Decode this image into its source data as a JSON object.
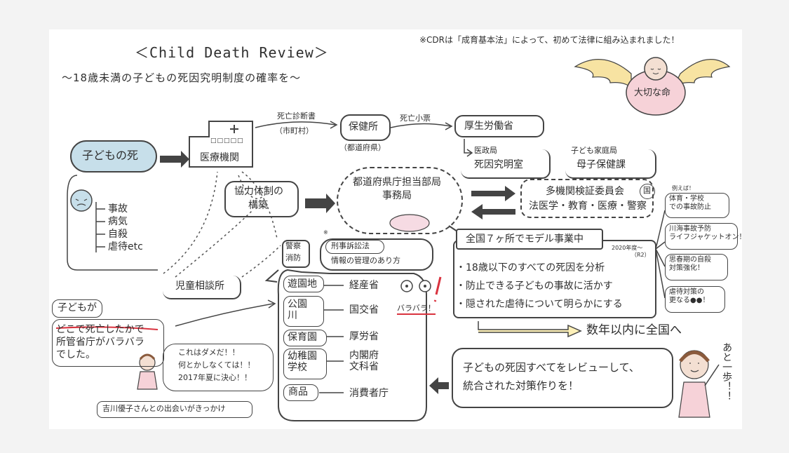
{
  "header": {
    "title": "＜Child Death Review＞",
    "subtitle": "〜18歳未満の子どもの死因究明制度の確率を〜",
    "note": "※CDRは「成育基本法」によって、初めて法律に組み込まれました！",
    "angel_label": "大切な命"
  },
  "flow": {
    "child_death": "子どもの死",
    "hospital": "医療機関",
    "hospital_dots": "□□□□□",
    "death_cert_line1": "死亡診断書",
    "death_cert_line2": "（市町村）",
    "health_center": "保健所",
    "health_center_sub": "（都道府県）",
    "death_ticket": "死亡小票",
    "mhlw": "厚生労働省",
    "medical_bureau": "医政局",
    "death_cause_office": "死因究明室",
    "child_family_bureau": "子ども家庭局",
    "maternal_health": "母子保健課",
    "cooperation_line1": "協力体制の",
    "cooperation_line2": "構築",
    "pref_office_line1": "都道府県庁担当部局",
    "pref_office_line2": "事務局",
    "committee_line1": "多機関検証委員会",
    "committee_line2": "法医学・教育・医療・警察",
    "committee_badge": "国",
    "child_guidance": "児童相談所"
  },
  "causes": [
    "事故",
    "病気",
    "自殺",
    "虐待etc"
  ],
  "justice": {
    "police": "警察",
    "fire": "消防",
    "mark": "※",
    "criminal_law": "刑事訴訟法",
    "info_management": "情報の管理のあり方"
  },
  "ministries": [
    {
      "place": "遊園地",
      "ministry": "経産省"
    },
    {
      "place": "公園\n川",
      "ministry": "国交省"
    },
    {
      "place": "保育園",
      "ministry": "厚労省"
    },
    {
      "place": "幼稚園\n学校",
      "ministry": "内閣府\n文科省"
    },
    {
      "place": "商品",
      "ministry": "消費者庁"
    }
  ],
  "bara_bara": "バラバラ！",
  "model": {
    "heading": "全国７ヶ所でモデル事業中",
    "year": "2020年度〜",
    "year_sub": "（R2）",
    "items": [
      "・18歳以下のすべての死因を分析",
      "・防止できる子どもの事故に活かす",
      "・隠された虐待について明らかにする"
    ]
  },
  "side_boxes": {
    "example": "例えば！",
    "items": [
      "体育・学校\nでの事故防止",
      "川海事故予防\nライフジャケットオン！",
      "思春期の自殺\n対策強化！",
      "虐待対策の\n更なる●●！"
    ]
  },
  "nationwide": "数年以内に全国へ",
  "review": {
    "line1": "子どもの死因すべてをレビューして、",
    "line2": "統合された対策作りを！"
  },
  "ato_ippo": "あと一歩！！",
  "speech": {
    "kodomo_ga": "子どもが",
    "scattered_line1": "どこで死亡したかで",
    "scattered_line2": "所管省庁がバラバラ",
    "scattered_line3": "でした。",
    "resolve_line1": "これはダメだ！！",
    "resolve_line2": "何とかしなくては！！",
    "resolve_line3": "2017年夏に決心！！",
    "meeting": "吉川優子さんとの出会いがきっかけ"
  },
  "colors": {
    "blue_bubble": "#c7dfea",
    "pink": "#f6dbe3",
    "red": "#d9333f",
    "yellow_wing": "#f4d87a"
  }
}
